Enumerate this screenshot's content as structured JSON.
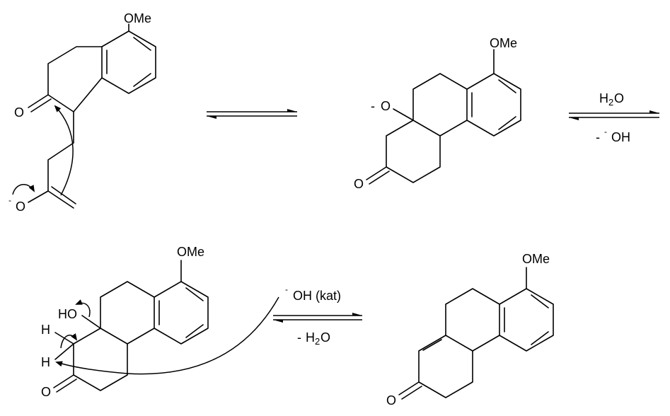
{
  "labels": {
    "ome": "OMe",
    "o_double": "O",
    "o_neg": "O",
    "minus": "-",
    "minus_spaced": "- ",
    "ho": "HO",
    "h": "H",
    "oh": "OH",
    "oh_kat": "OH (kat)",
    "h2o_h": "H",
    "h2o_sub": "2",
    "h2o_o": "O",
    "dash": "-"
  }
}
